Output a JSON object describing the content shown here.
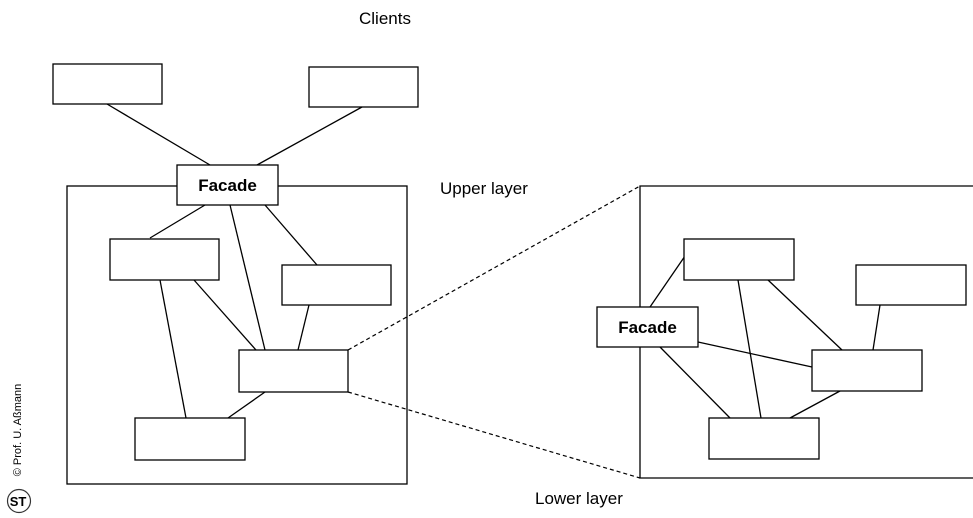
{
  "labels": {
    "clients": "Clients",
    "upper_layer": "Upper layer",
    "lower_layer": "Lower layer"
  },
  "upper_facade": "Facade",
  "lower_facade": "Facade",
  "credit": "© Prof. U. Aßmann",
  "logo": {
    "text": "ST",
    "icon": "st-logo-icon"
  }
}
